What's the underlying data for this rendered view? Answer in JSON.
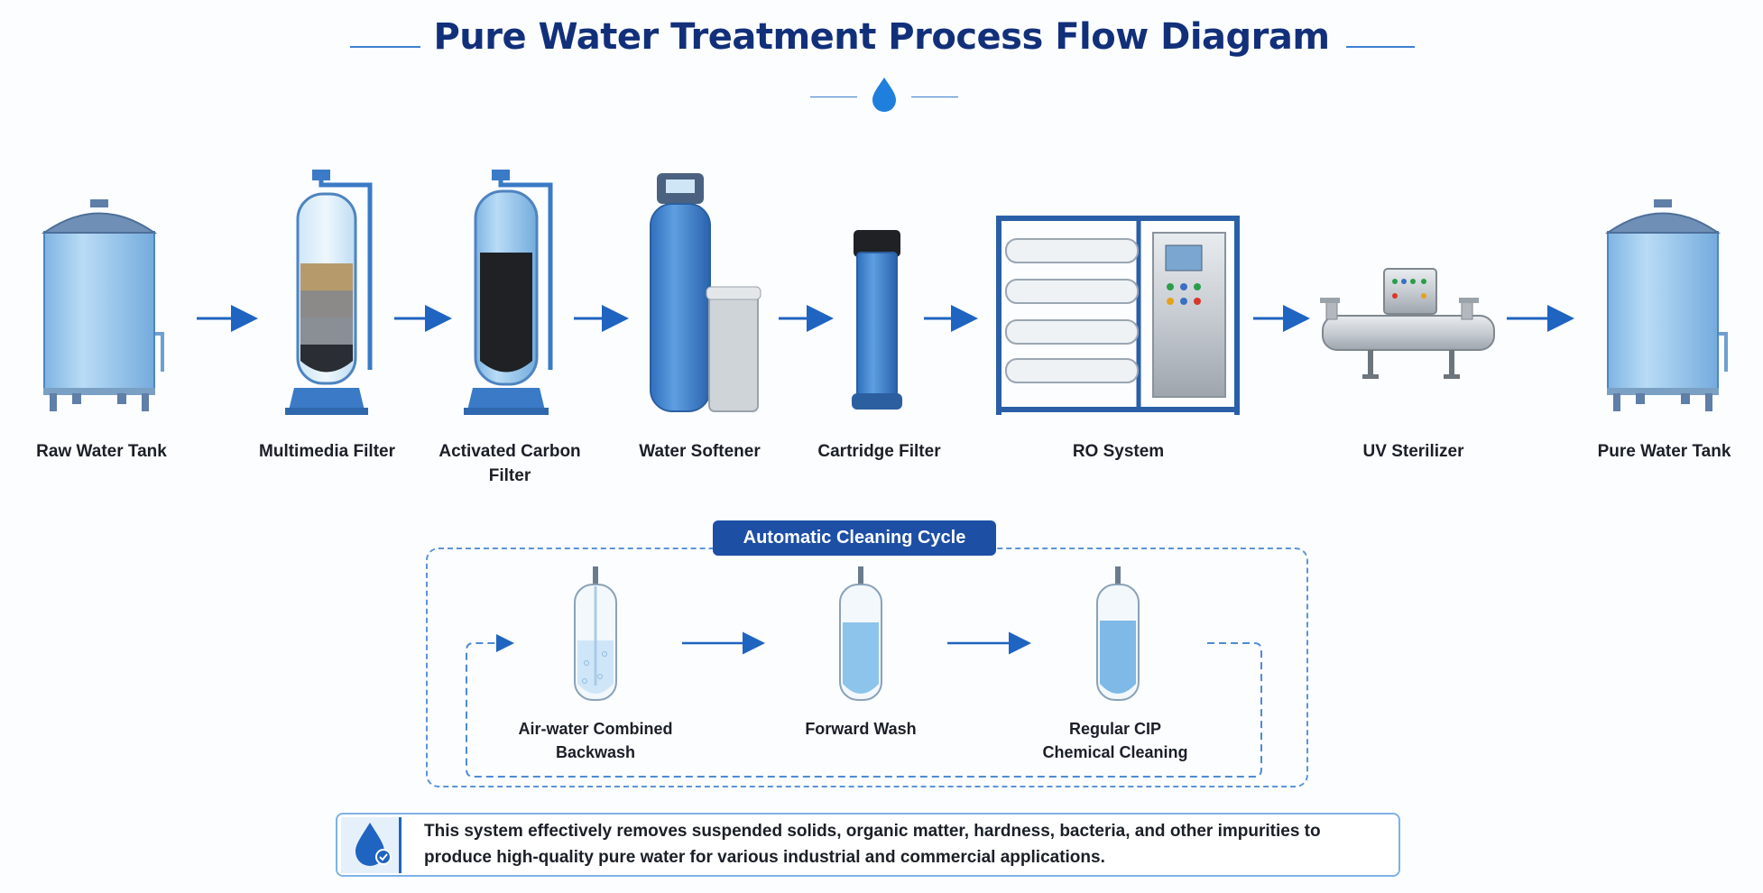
{
  "title": "Pure Water Treatment  Process Flow Diagram",
  "process_steps": [
    {
      "label": "Raw Water Tank"
    },
    {
      "label": "Multimedia Filter"
    },
    {
      "label_line1": "Activated Carbon",
      "label_line2": "Filter"
    },
    {
      "label": "Water Softener"
    },
    {
      "label": "Cartridge Filter"
    },
    {
      "label": "RO System"
    },
    {
      "label": "UV Sterilizer"
    },
    {
      "label": "Pure Water Tank"
    }
  ],
  "cleaning_cycle": {
    "title": "Automatic Cleaning Cycle",
    "steps": [
      {
        "line1": "Air-water Combined",
        "line2": "Backwash"
      },
      {
        "line1": "Forward Wash",
        "line2": ""
      },
      {
        "line1": "Regular CIP",
        "line2": "Chemical Cleaning"
      }
    ]
  },
  "note": {
    "line1": "This system effectively removes suspended solids, organic matter, hardness, bacteria, and other impurities to",
    "line2": "produce high-quality pure water for various industrial and commercial applications."
  },
  "colors": {
    "title": "#12307a",
    "accent": "#1f64c0",
    "tank": "#9fcdf1",
    "badge": "#1d4fa5"
  }
}
